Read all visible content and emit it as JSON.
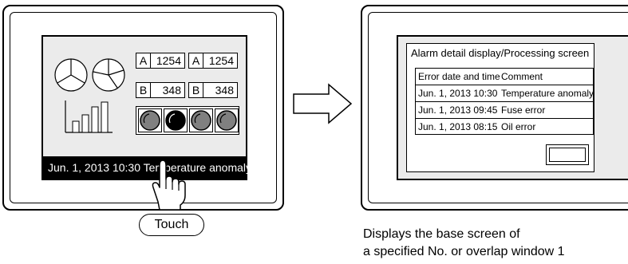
{
  "left_screen": {
    "pie_icons": [
      "pie-chart-icon",
      "pie-chart-icon"
    ],
    "bar_icon": "bar-graph-icon",
    "numeric_displays": [
      {
        "label": "A",
        "value": "1254"
      },
      {
        "label": "A",
        "value": "1254"
      },
      {
        "label": "B",
        "value": "348"
      },
      {
        "label": "B",
        "value": "348"
      }
    ],
    "lamps": [
      {
        "state": "off",
        "color": "#808080"
      },
      {
        "state": "on",
        "color": "#000000"
      },
      {
        "state": "off",
        "color": "#808080"
      },
      {
        "state": "off",
        "color": "#808080"
      }
    ],
    "status_bar_text": "Jun. 1, 2013 10:30 Temperature anomaly"
  },
  "touch": {
    "icon": "hand-pointer-icon",
    "label": "Touch"
  },
  "arrow": {
    "icon": "right-arrow-icon"
  },
  "right_screen": {
    "window_title": "Alarm detail display/Processing screen",
    "table": {
      "headers": [
        "Error date and time",
        "Comment"
      ],
      "rows": [
        [
          "Jun. 1, 2013 10:30",
          "Temperature anomaly"
        ],
        [
          "Jun. 1, 2013 09:45",
          "Fuse error"
        ],
        [
          "Jun. 1, 2013 08:15",
          "Oil error"
        ]
      ]
    }
  },
  "caption": {
    "line1": "Displays the base screen of",
    "line2": "a specified No. or overlap window 1"
  }
}
